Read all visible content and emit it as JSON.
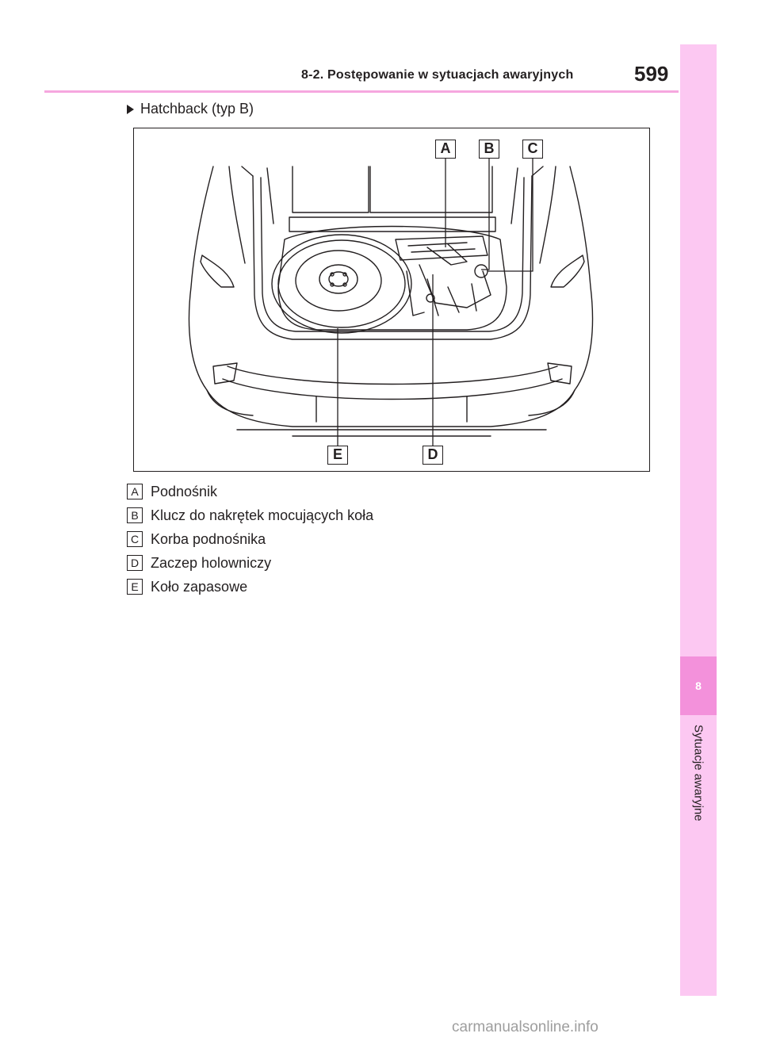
{
  "header": {
    "section_title": "8-2. Postępowanie w sytuacjach awaryjnych",
    "page_number": "599"
  },
  "side_tab": {
    "chapter_number": "8",
    "chapter_title": "Sytuacje awaryjne"
  },
  "section_heading": "Hatchback (typ B)",
  "figure": {
    "callouts": [
      "A",
      "B",
      "C",
      "D",
      "E"
    ]
  },
  "legend": [
    {
      "key": "A",
      "text": "Podnośnik"
    },
    {
      "key": "B",
      "text": "Klucz do nakrętek mocujących koła"
    },
    {
      "key": "C",
      "text": "Korba podnośnika"
    },
    {
      "key": "D",
      "text": "Zaczep holowniczy"
    },
    {
      "key": "E",
      "text": "Koło zapasowe"
    }
  ],
  "watermark": "carmanualsonline.info",
  "colors": {
    "accent_pink": "#f391db",
    "tab_pink": "#fcc8f2",
    "rule_pink": "#f6a7df"
  }
}
